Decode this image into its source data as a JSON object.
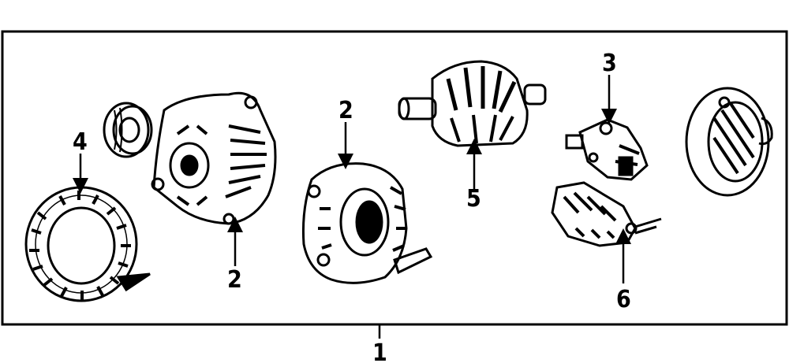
{
  "diagram": {
    "callouts": {
      "assembly": "1",
      "front_housing": "2",
      "rear_housing": "2",
      "regulator": "3",
      "stator": "4",
      "rotor": "5",
      "rectifier": "6"
    }
  }
}
